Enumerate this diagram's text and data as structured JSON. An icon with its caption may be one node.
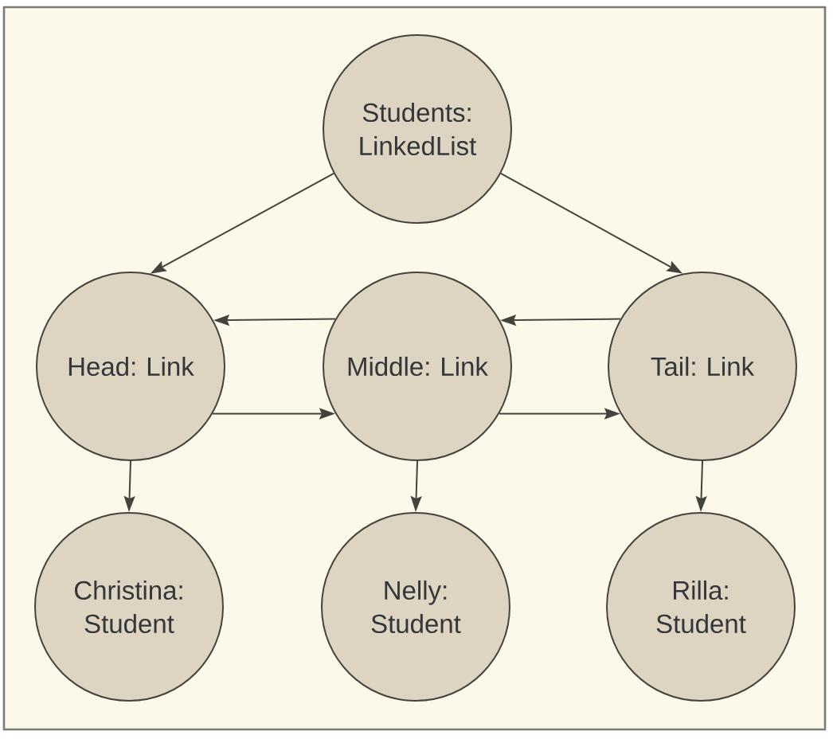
{
  "diagram": {
    "nodes": [
      {
        "text": [
          "Students: LinkedList"
        ]
      },
      {
        "text": [
          "Head: Link"
        ]
      },
      {
        "text": [
          "Middle: Link"
        ]
      },
      {
        "text": [
          "Tail: Link"
        ]
      },
      {
        "text": [
          "Christina: Student"
        ]
      },
      {
        "text": [
          "Nelly: Student"
        ]
      },
      {
        "text": [
          "Rilla: Student"
        ]
      }
    ],
    "edges": [
      {
        "from": 0,
        "to": 1,
        "arrow": "to"
      },
      {
        "from": 0,
        "to": 3,
        "arrow": "to"
      },
      {
        "from": 2,
        "to": 1,
        "arrow": "to"
      },
      {
        "from": 3,
        "to": 2,
        "arrow": "to"
      },
      {
        "from": 1,
        "to": 2,
        "arrow": "to"
      },
      {
        "from": 2,
        "to": 3,
        "arrow": "to"
      },
      {
        "from": 1,
        "to": 4,
        "arrow": "to"
      },
      {
        "from": 2,
        "to": 5,
        "arrow": "to"
      },
      {
        "from": 3,
        "to": 6,
        "arrow": "to"
      }
    ]
  }
}
